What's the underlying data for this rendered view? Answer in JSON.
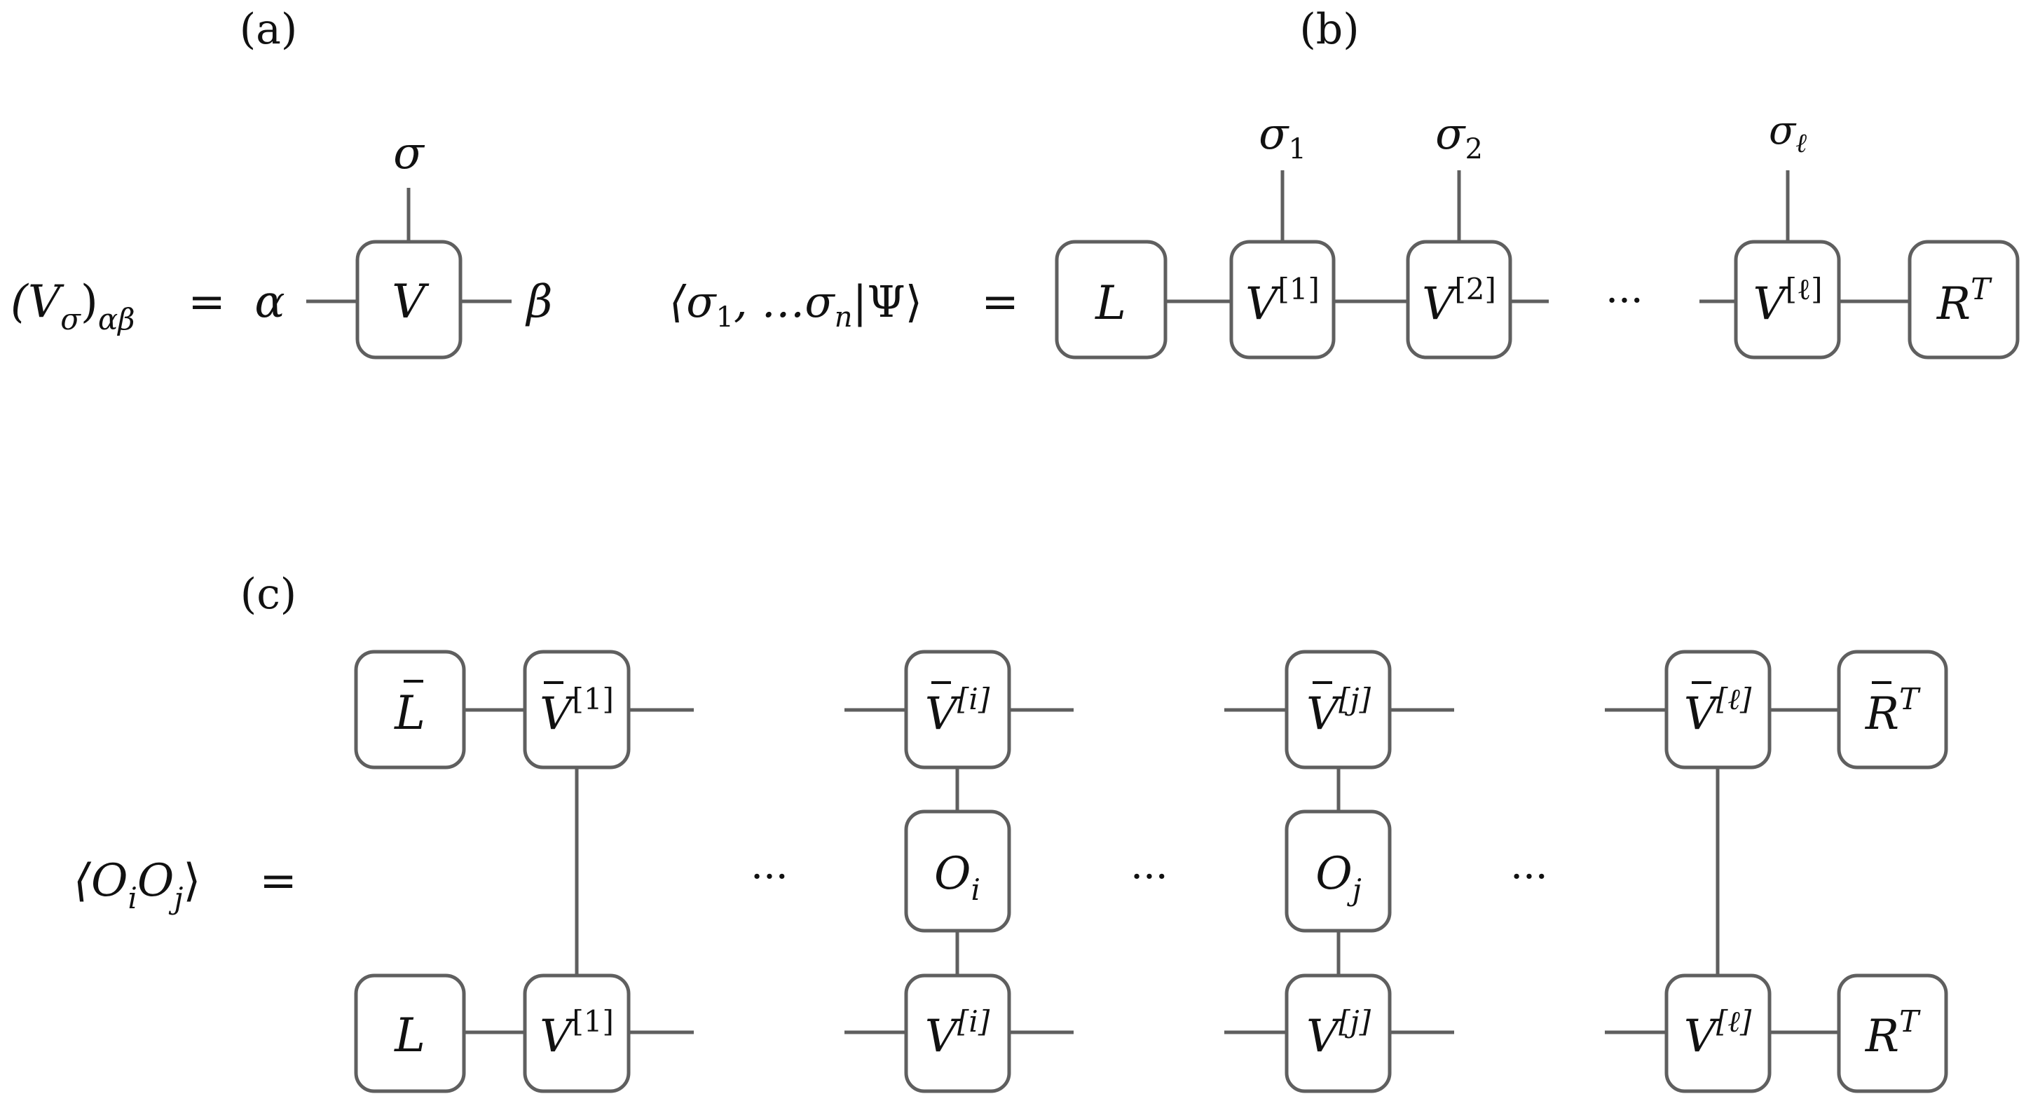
{
  "panel_labels": {
    "a": "(a)",
    "b": "(b)",
    "c": "(c)"
  },
  "panel_a": {
    "lhs_base": "(V",
    "lhs_sub_sigma": "σ",
    "lhs_close": ")",
    "lhs_sub_ab": "αβ",
    "equals": "=",
    "alpha": "α",
    "beta": "β",
    "sigma": "σ",
    "tensor": "V"
  },
  "panel_b": {
    "lhs_open": "⟨σ",
    "lhs_sub1": "1",
    "lhs_mid": ", …σ",
    "lhs_subn": "n",
    "lhs_close": "|Ψ⟩",
    "equals": "=",
    "left_boundary": "L",
    "right_boundary": "R",
    "transpose": "T",
    "tensor_base": "V",
    "site1": "[1]",
    "site2": "[2]",
    "siteL": "[ℓ]",
    "phys_base": "σ",
    "phys1": "1",
    "phys2": "2",
    "physL": "ℓ",
    "ellipsis": "···"
  },
  "panel_c": {
    "lhs_open": "⟨O",
    "lhs_sub_i": "i",
    "lhs_mid": "O",
    "lhs_sub_j": "j",
    "lhs_close": "⟩",
    "equals": "=",
    "left_boundary": "L",
    "right_boundary": "R",
    "transpose": "T",
    "tensor_base": "V",
    "site1": "[1]",
    "site_i": "[i]",
    "site_j": "[j]",
    "siteL": "[ℓ]",
    "op_base": "O",
    "op_i": "i",
    "op_j": "j",
    "ellipsis": "···"
  }
}
